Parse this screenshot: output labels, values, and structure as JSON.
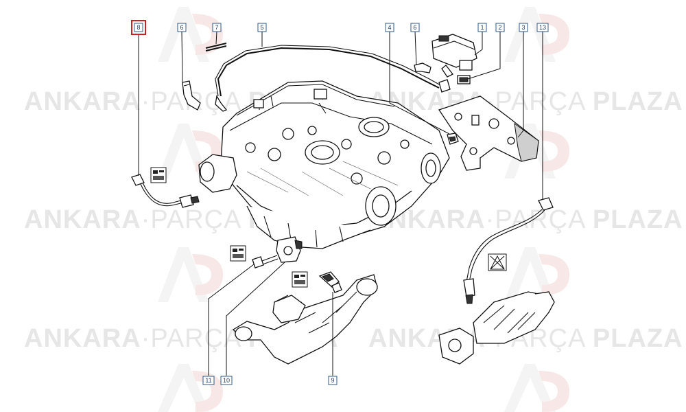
{
  "watermark": {
    "word1": "ANKARA",
    "separator": "·",
    "word2": "PARÇA",
    "word3": "PLAZA",
    "logo_letters": "AP",
    "color": "#e6e6e6",
    "accent": "#f3d4d4"
  },
  "callouts": [
    {
      "id": "c8",
      "label": "8",
      "selected": true
    },
    {
      "id": "c6a",
      "label": "6",
      "selected": false
    },
    {
      "id": "c7",
      "label": "7",
      "selected": false
    },
    {
      "id": "c5",
      "label": "5",
      "selected": false
    },
    {
      "id": "c4",
      "label": "4",
      "selected": false
    },
    {
      "id": "c6b",
      "label": "6",
      "selected": false
    },
    {
      "id": "c1",
      "label": "1",
      "selected": false
    },
    {
      "id": "c2",
      "label": "2",
      "selected": false
    },
    {
      "id": "c3",
      "label": "3",
      "selected": false
    },
    {
      "id": "c13",
      "label": "13",
      "selected": false
    },
    {
      "id": "c11",
      "label": "11",
      "selected": false
    },
    {
      "id": "c10",
      "label": "10",
      "selected": false
    },
    {
      "id": "c9",
      "label": "9",
      "selected": false
    }
  ],
  "colors": {
    "callout_border": "#2b5a8a",
    "callout_text": "#1c3f66",
    "selected_border": "#d21e1e",
    "line": "#111111"
  }
}
